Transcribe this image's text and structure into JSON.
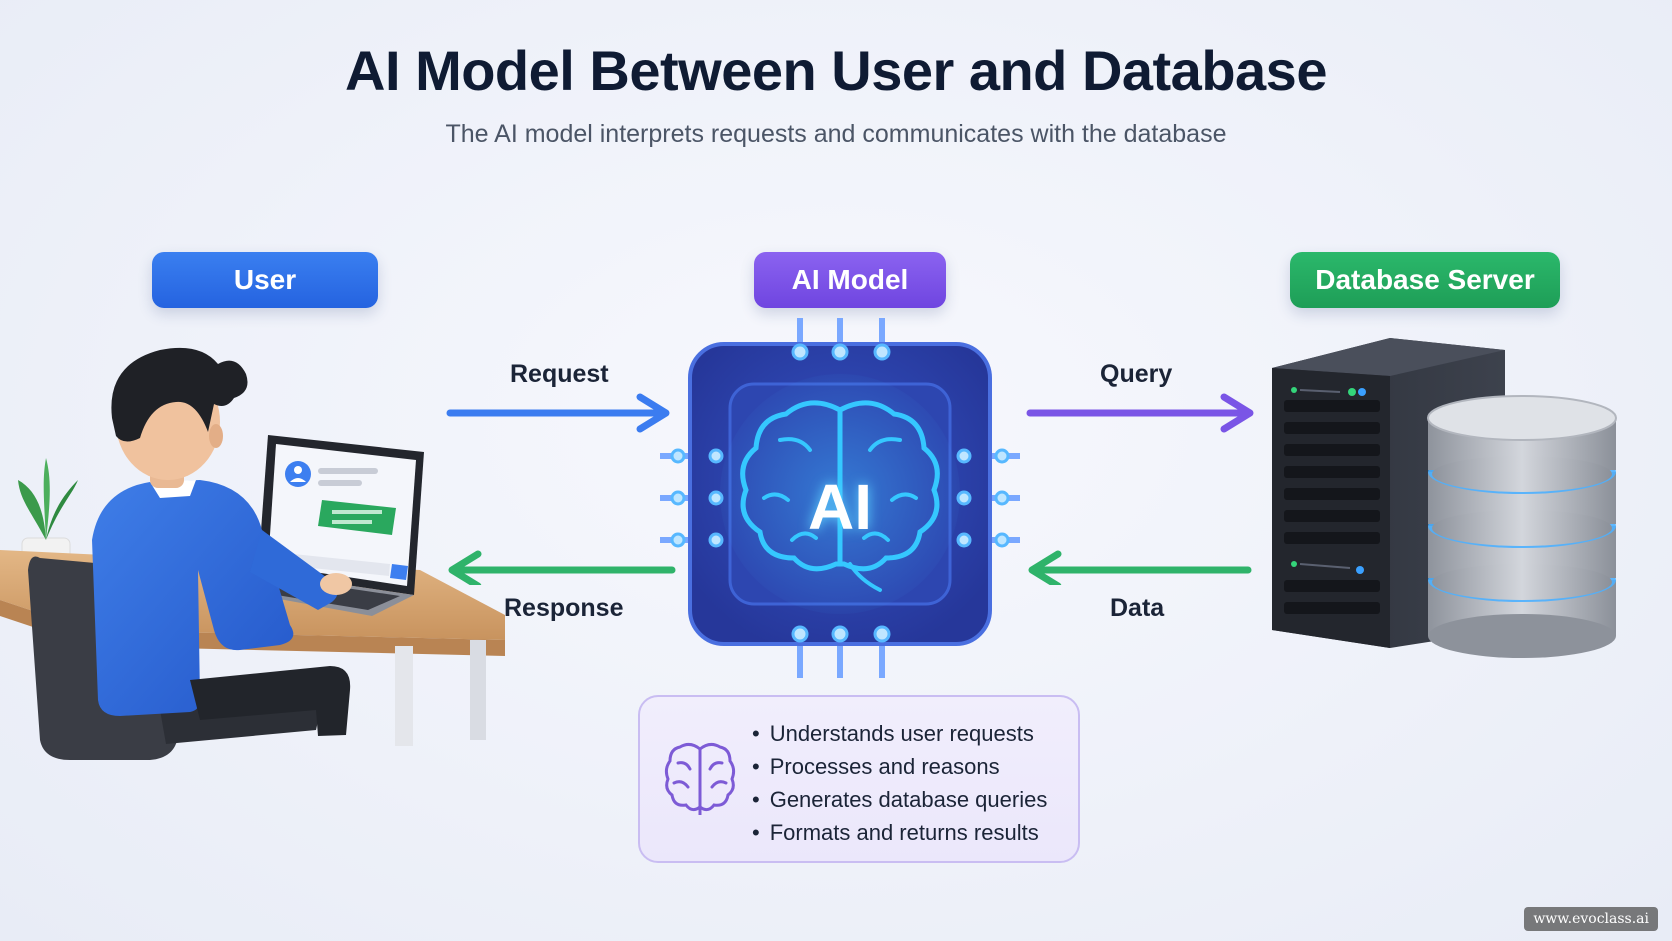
{
  "title": "AI Model Between User and Database",
  "subtitle": "The AI model interprets requests and communicates with the database",
  "nodes": {
    "user": "User",
    "ai_model": "AI Model",
    "database": "Database Server"
  },
  "chip_label": "AI",
  "flows": {
    "request": "Request",
    "response": "Response",
    "query": "Query",
    "data": "Data"
  },
  "features": [
    "Understands user requests",
    "Processes and reasons",
    "Generates database queries",
    "Formats and returns results"
  ],
  "watermark": "www.evoclass.ai",
  "colors": {
    "user_blue": "#2f6fe8",
    "ai_purple": "#7b52e8",
    "db_green": "#22a861",
    "arrow_blue": "#3b7cf0",
    "arrow_purple": "#7a55e6",
    "arrow_green": "#2fb36a"
  }
}
